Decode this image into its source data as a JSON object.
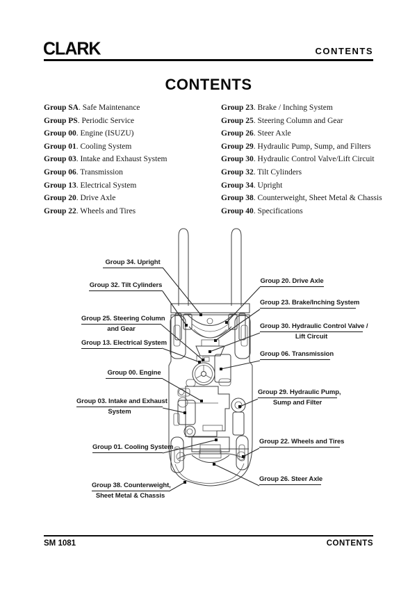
{
  "header": {
    "logo": "CLARK",
    "right": "CONTENTS"
  },
  "title": "CONTENTS",
  "toc": {
    "left": [
      {
        "group": "Group SA",
        "title": ". Safe Maintenance"
      },
      {
        "group": "Group PS",
        "title": ". Periodic Service"
      },
      {
        "group": "Group 00",
        "title": ". Engine (ISUZU)"
      },
      {
        "group": "Group 01",
        "title": ". Cooling System"
      },
      {
        "group": "Group 03",
        "title": ". Intake and Exhaust System"
      },
      {
        "group": "Group 06",
        "title": ". Transmission"
      },
      {
        "group": "Group 13",
        "title": ". Electrical System"
      },
      {
        "group": "Group 20",
        "title": ". Drive Axle"
      },
      {
        "group": "Group 22",
        "title": ". Wheels and Tires"
      }
    ],
    "right": [
      {
        "group": "Group 23",
        "title": ". Brake / Inching System"
      },
      {
        "group": "Group 25",
        "title": ". Steering Column and Gear"
      },
      {
        "group": "Group 26",
        "title": ". Steer Axle"
      },
      {
        "group": "Group 29",
        "title": ". Hydraulic Pump, Sump, and Filters"
      },
      {
        "group": "Group 30",
        "title": ". Hydraulic Control Valve/Lift Circuit"
      },
      {
        "group": "Group 32",
        "title": ". Tilt Cylinders"
      },
      {
        "group": "Group 34",
        "title": ". Upright"
      },
      {
        "group": "Group 38",
        "title": ". Counterweight, Sheet Metal & Chassis"
      },
      {
        "group": "Group 40",
        "title": ". Specifications"
      }
    ]
  },
  "diagram": {
    "labels": {
      "g34": {
        "line1": "Group 34. Upright",
        "line2": ""
      },
      "g32": {
        "line1": "Group 32. Tilt Cylinders",
        "line2": ""
      },
      "g25": {
        "line1": "Group 25. Steering Column",
        "line2": "and Gear"
      },
      "g13": {
        "line1": "Group 13. Electrical System",
        "line2": ""
      },
      "g00": {
        "line1": "Group 00. Engine",
        "line2": ""
      },
      "g03": {
        "line1": "Group 03. Intake and Exhaust",
        "line2": "System"
      },
      "g01": {
        "line1": "Group 01. Cooling System",
        "line2": ""
      },
      "g38": {
        "line1": "Group 38. Counterweight,",
        "line2": "Sheet Metal & Chassis"
      },
      "g20": {
        "line1": "Group 20. Drive Axle",
        "line2": ""
      },
      "g23": {
        "line1": "Group 23. Brake/Inching System",
        "line2": ""
      },
      "g30": {
        "line1": "Group 30. Hydraulic Control Valve /",
        "line2": "Lift Circuit"
      },
      "g06": {
        "line1": "Group 06. Transmission",
        "line2": ""
      },
      "g29": {
        "line1": "Group 29. Hydraulic Pump,",
        "line2": "Sump and Filter"
      },
      "g22": {
        "line1": "Group 22. Wheels and Tires",
        "line2": ""
      },
      "g26": {
        "line1": "Group 26. Steer Axle",
        "line2": ""
      }
    }
  },
  "footer": {
    "left": "SM 1081",
    "right": "CONTENTS"
  },
  "colors": {
    "ink": "#0a0a0a",
    "paper": "#ffffff",
    "line_art": "#3c3c3c"
  }
}
